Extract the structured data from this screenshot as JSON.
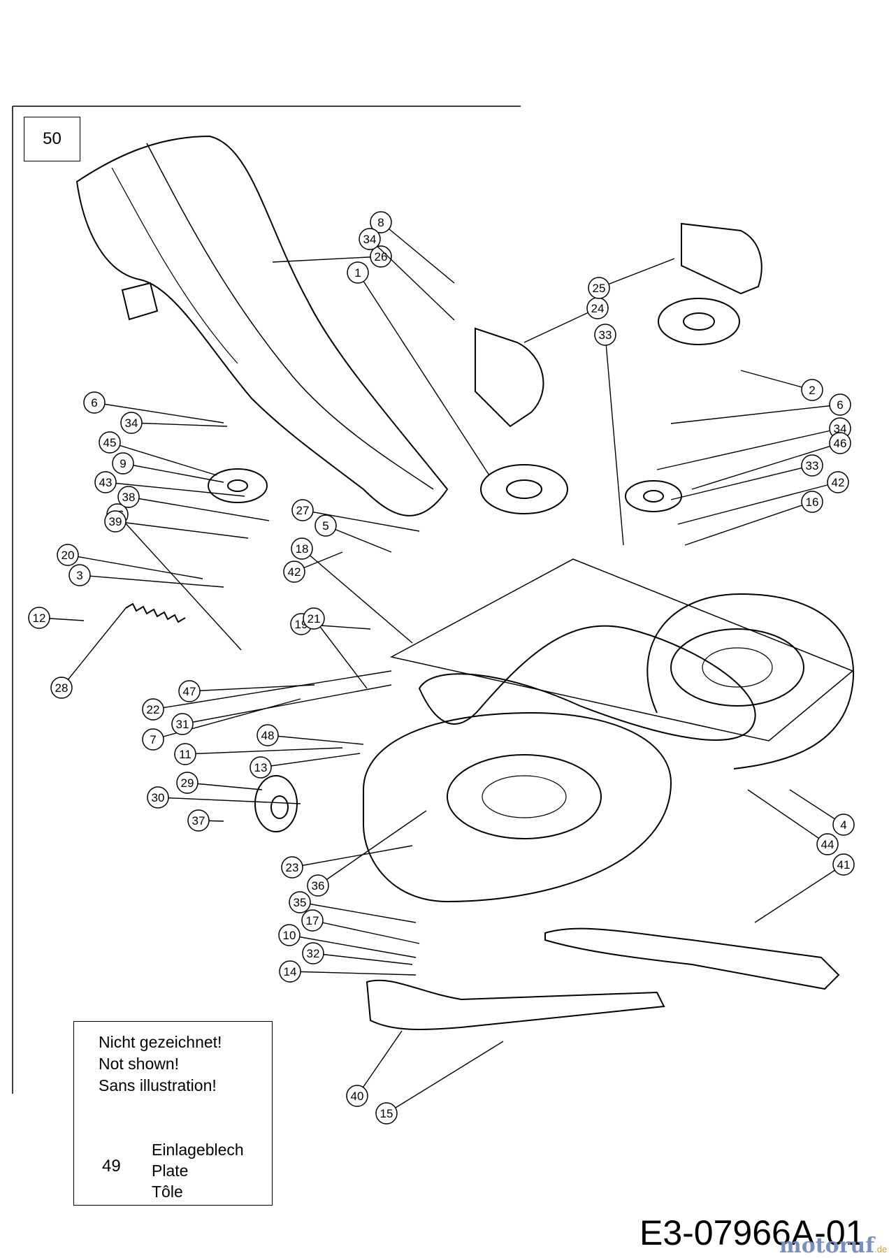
{
  "figure_number": "50",
  "drawing_code": "E3-07966A-01",
  "watermark": {
    "brand": "motoruf",
    "tld": ".de"
  },
  "note": {
    "lines": [
      "Nicht gezeichnet!",
      "Not shown!",
      "Sans illustration!"
    ],
    "item_number": "49",
    "item_names": [
      "Einlageblech",
      "Plate",
      "Tôle"
    ]
  },
  "callouts": [
    "1",
    "2",
    "3",
    "4",
    "5",
    "6",
    "6",
    "7",
    "8",
    "9",
    "10",
    "11",
    "12",
    "13",
    "14",
    "15",
    "16",
    "16",
    "17",
    "18",
    "19",
    "20",
    "21",
    "22",
    "23",
    "24",
    "25",
    "26",
    "27",
    "28",
    "29",
    "30",
    "31",
    "32",
    "33",
    "33",
    "34",
    "34",
    "34",
    "35",
    "36",
    "37",
    "38",
    "39",
    "40",
    "41",
    "42",
    "42",
    "43",
    "44",
    "45",
    "46",
    "47",
    "48"
  ]
}
